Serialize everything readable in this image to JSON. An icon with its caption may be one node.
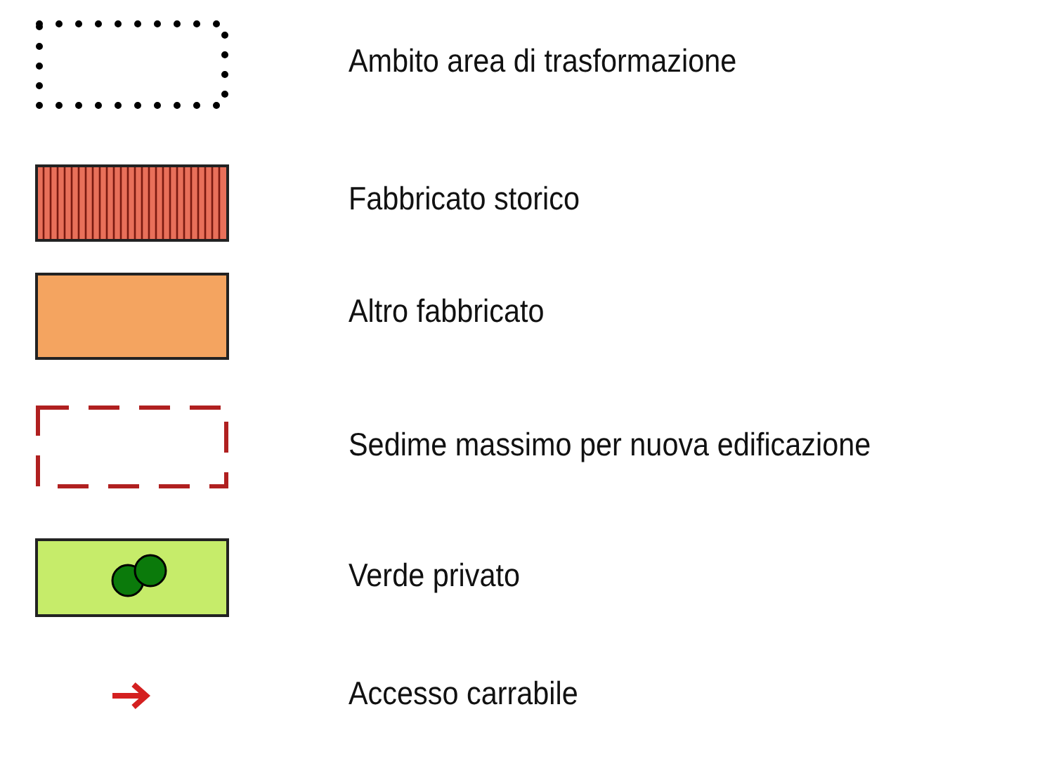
{
  "diagram": {
    "legend": [
      {
        "text": "Ambito area di trasformazione"
      },
      {
        "text": "Fabbricato storico"
      },
      {
        "text": "Altro fabbricato",
        "color": "#f4a460"
      },
      {
        "text": "Sedime massimo per nuova edificazione"
      },
      {
        "text": "Verde privato"
      },
      {
        "text": "Accesso carrabile"
      }
    ]
  }
}
